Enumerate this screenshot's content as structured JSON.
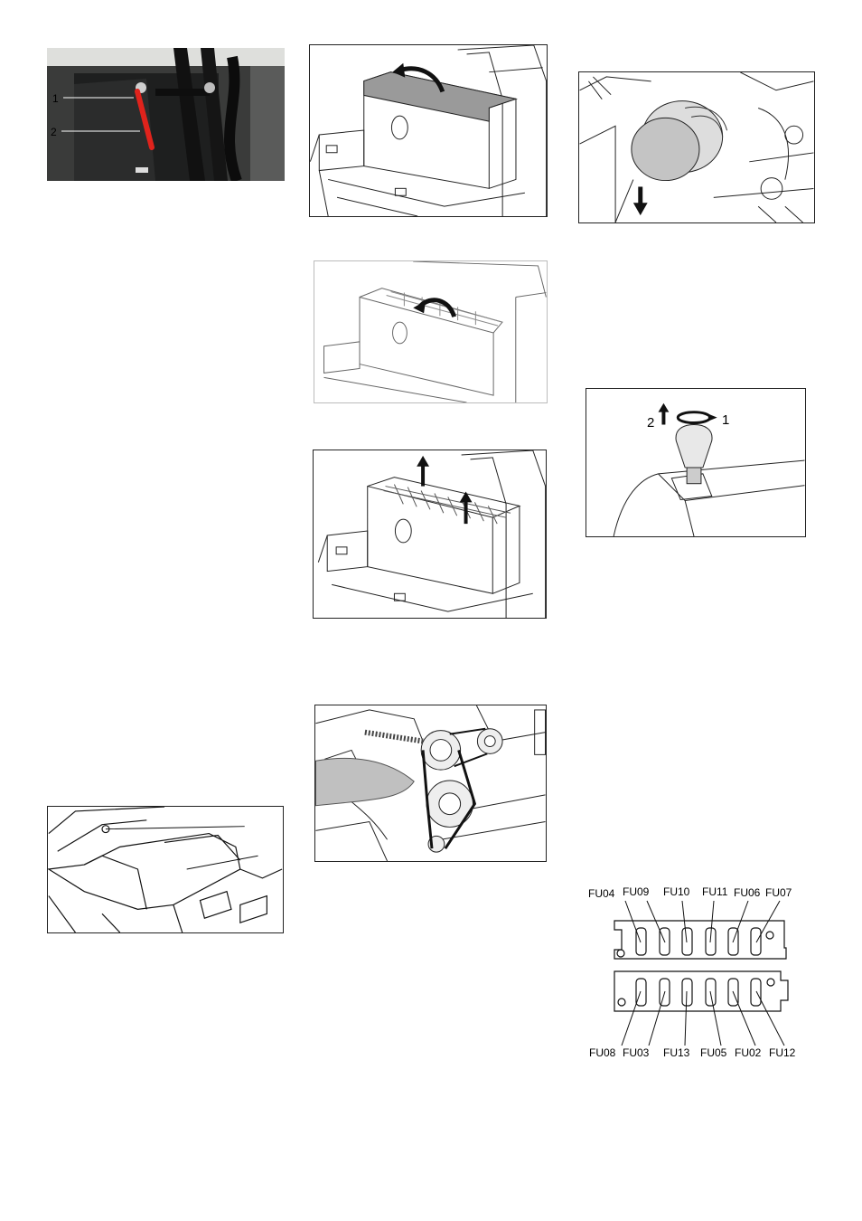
{
  "figures": {
    "bonnet_support": {
      "callouts": [
        "1",
        "2"
      ],
      "accent_color": "#e0231c"
    },
    "top_cover_open": {},
    "air_filter": {},
    "grille_hinge": {},
    "grille_lift": {},
    "breather_cap": {
      "callouts": [
        "1",
        "2"
      ]
    },
    "belt_drive": {},
    "hood_overview": {},
    "fuse_panel": {
      "top_labels": [
        "FU04",
        "FU09",
        "FU10",
        "FU11",
        "FU06",
        "FU07"
      ],
      "bottom_labels": [
        "FU08",
        "FU03",
        "FU13",
        "FU05",
        "FU02",
        "FU12"
      ]
    }
  }
}
